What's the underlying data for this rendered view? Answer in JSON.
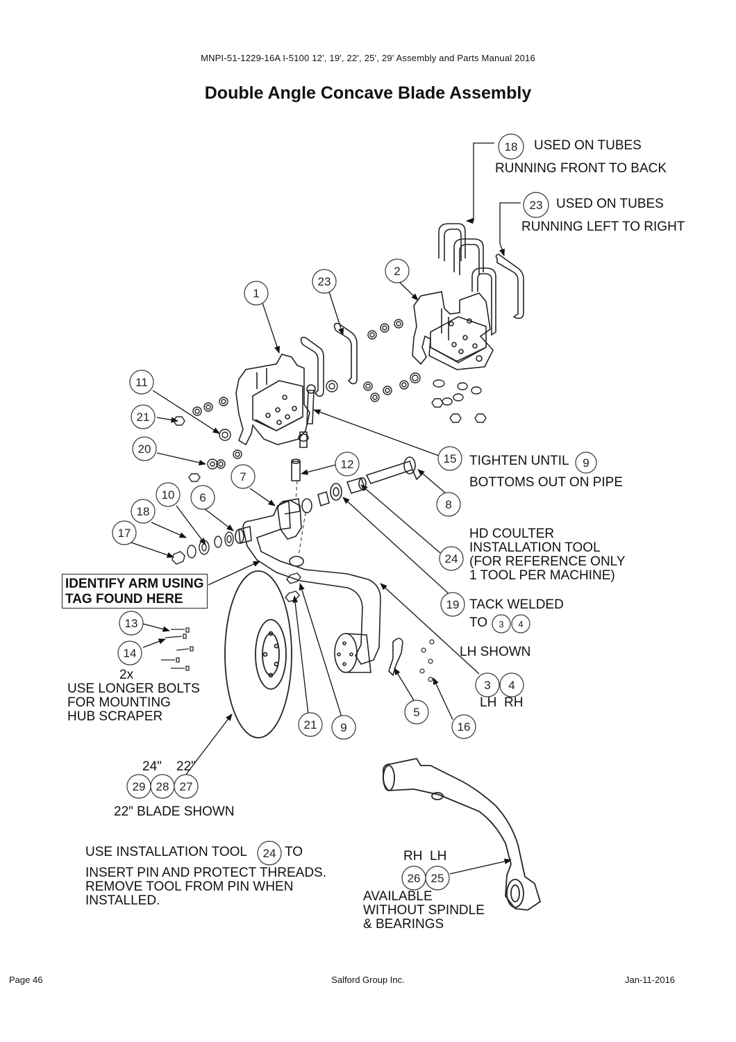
{
  "header": {
    "doc_id": "MNPI-51-1229-16A I-5100 12', 19', 22', 25', 29' Assembly and Parts Manual 2016"
  },
  "title": "Double Angle Concave Blade Assembly",
  "callouts": [
    {
      "id": "c18top",
      "label": "18"
    },
    {
      "id": "c23top",
      "label": "23"
    },
    {
      "id": "c1",
      "label": "1"
    },
    {
      "id": "c23a",
      "label": "23"
    },
    {
      "id": "c2",
      "label": "2"
    },
    {
      "id": "c11",
      "label": "11"
    },
    {
      "id": "c21a",
      "label": "21"
    },
    {
      "id": "c20",
      "label": "20"
    },
    {
      "id": "c15",
      "label": "15"
    },
    {
      "id": "c9a",
      "label": "9"
    },
    {
      "id": "c12",
      "label": "12"
    },
    {
      "id": "c7",
      "label": "7"
    },
    {
      "id": "c10",
      "label": "10"
    },
    {
      "id": "c6",
      "label": "6"
    },
    {
      "id": "c18b",
      "label": "18"
    },
    {
      "id": "c17",
      "label": "17"
    },
    {
      "id": "c8",
      "label": "8"
    },
    {
      "id": "c24a",
      "label": "24"
    },
    {
      "id": "c19",
      "label": "19"
    },
    {
      "id": "c3s",
      "label": "3"
    },
    {
      "id": "c4s",
      "label": "4"
    },
    {
      "id": "c13",
      "label": "13"
    },
    {
      "id": "c14",
      "label": "14"
    },
    {
      "id": "c3",
      "label": "3"
    },
    {
      "id": "c4",
      "label": "4"
    },
    {
      "id": "c5",
      "label": "5"
    },
    {
      "id": "c16",
      "label": "16"
    },
    {
      "id": "c21b",
      "label": "21"
    },
    {
      "id": "c9b",
      "label": "9"
    },
    {
      "id": "c29",
      "label": "29"
    },
    {
      "id": "c28",
      "label": "28"
    },
    {
      "id": "c27",
      "label": "27"
    },
    {
      "id": "c24b",
      "label": "24"
    },
    {
      "id": "c26",
      "label": "26"
    },
    {
      "id": "c25",
      "label": "25"
    }
  ],
  "notes": {
    "n18_line1": "USED ON TUBES",
    "n18_line2": "RUNNING FRONT TO BACK",
    "n23_line1": "USED ON TUBES",
    "n23_line2": "RUNNING LEFT TO RIGHT",
    "tighten_line1": "TIGHTEN UNTIL",
    "tighten_line2": "BOTTOMS OUT ON PIPE",
    "hd_line1": "HD COULTER",
    "hd_line2": "INSTALLATION TOOL",
    "hd_line3": "(FOR REFERENCE ONLY",
    "hd_line4": "1 TOOL PER MACHINE)",
    "identify_line1": "IDENTIFY ARM USING",
    "identify_line2": "TAG FOUND HERE",
    "tack_line1": "TACK WELDED",
    "tack_line2": "TO",
    "lh_shown": "LH SHOWN",
    "lh": "LH",
    "rh": "RH",
    "bolts_2x": "2x",
    "bolts_line1": "USE LONGER BOLTS",
    "bolts_line2": "FOR MOUNTING",
    "bolts_line3": "HUB SCRAPER",
    "size_24": "24\"",
    "size_22": "22\"",
    "blade_shown": "22\" BLADE SHOWN",
    "tool_line1a": "USE INSTALLATION TOOL",
    "tool_line1b": "TO",
    "tool_line2": "INSERT PIN AND PROTECT THREADS.",
    "tool_line3": "REMOVE TOOL FROM PIN WHEN",
    "tool_line4": "INSTALLED.",
    "rh2": "RH",
    "lh2": "LH",
    "avail_line1": "AVAILABLE",
    "avail_line2": "WITHOUT SPINDLE",
    "avail_line3": "& BEARINGS"
  },
  "footer": {
    "page": "Page 46",
    "company": "Salford Group Inc.",
    "date": "Jan-11-2016"
  }
}
